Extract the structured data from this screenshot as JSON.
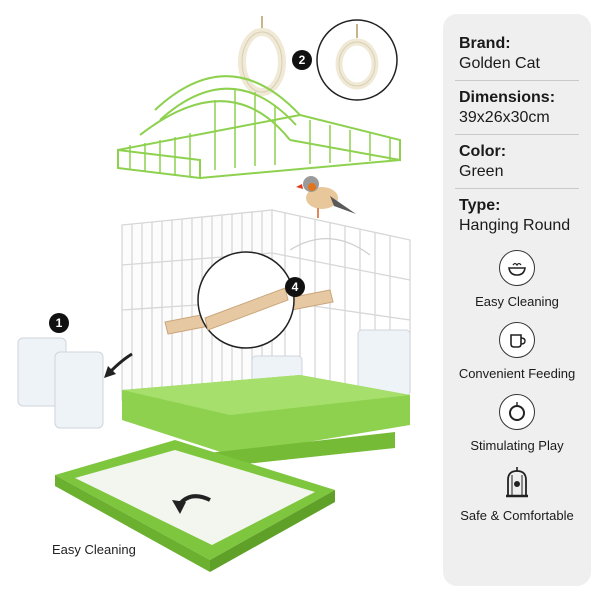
{
  "specs": [
    {
      "label": "Brand:",
      "value": "Golden Cat"
    },
    {
      "label": "Dimensions:",
      "value": "39x26x30cm"
    },
    {
      "label": "Color:",
      "value": "Green"
    },
    {
      "label": "Type:",
      "value": "Hanging Round"
    }
  ],
  "features": [
    {
      "label": "Easy Cleaning",
      "icon": "bowl-icon"
    },
    {
      "label": "Convenient Feeding",
      "icon": "cup-icon"
    },
    {
      "label": "Stimulating Play",
      "icon": "ring-icon"
    },
    {
      "label": "Safe & Comfortable",
      "icon": "bird-cage-icon"
    }
  ],
  "callouts": {
    "feeders": "1",
    "ring": "2",
    "perch": "4"
  },
  "tray_caption": "Easy Cleaning",
  "colors": {
    "cage_green": "#8dd14f",
    "tray_green": "#7fc63f",
    "wire": "#ffffff",
    "panel": "#efefef"
  }
}
